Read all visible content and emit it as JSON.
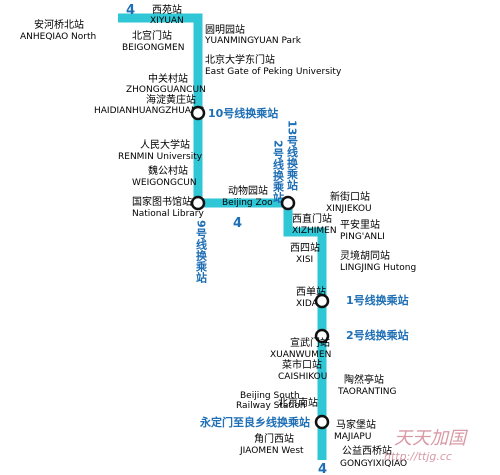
{
  "line_color": "#2fc6d6",
  "transfer_color": "#1e6fb5",
  "line_number": "4",
  "stations": {
    "anheqiao_north": {
      "cn": "安河桥北站",
      "en": "ANHEQIAO North"
    },
    "xiyuan": {
      "cn": "西苑站",
      "en": "XIYUAN"
    },
    "beigongmen": {
      "cn": "北宫门站",
      "en": "BEIGONGMEN"
    },
    "yuanmingyuan": {
      "cn": "圆明园站",
      "en": "YUANMINGYUAN Park"
    },
    "peking_univ": {
      "cn": "北京大学东门站",
      "en": "East Gate of Peking University"
    },
    "zhongguancun": {
      "cn": "中关村站",
      "en": "ZHONGGUANCUN"
    },
    "haidian": {
      "cn": "海淀黄庄站",
      "en": "HAIDIANHUANGZHUANG"
    },
    "renmin": {
      "cn": "人民大学站",
      "en": "RENMIN University"
    },
    "weigongcun": {
      "cn": "魏公村站",
      "en": "WEIGONGCUN"
    },
    "national_library": {
      "cn": "国家图书馆站",
      "en": "National Library"
    },
    "beijing_zoo": {
      "cn": "动物园站",
      "en": "Beijing Zoo"
    },
    "xizhimen": {
      "cn": "西直门站",
      "en": "XIZHIMEN"
    },
    "xinjiekou": {
      "cn": "新街口站",
      "en": "XINJIEKOU"
    },
    "pinganli": {
      "cn": "平安里站",
      "en": "PING'ANLI"
    },
    "xisi": {
      "cn": "西四站",
      "en": "XISI"
    },
    "lingjing": {
      "cn": "灵境胡同站",
      "en": "LINGJING Hutong"
    },
    "xidan": {
      "cn": "西单站",
      "en": "XIDAN"
    },
    "xuanwumen": {
      "cn": "宣武门站",
      "en": "XUANWUMEN"
    },
    "caishikou": {
      "cn": "菜市口站",
      "en": "CAISHIKOU"
    },
    "taoranting": {
      "cn": "陶然亭站",
      "en": "TAORANTING"
    },
    "beijing_south": {
      "cn": "北京南站",
      "en_line1": "Beijing South",
      "en_line2": "Railway Station"
    },
    "majiapu": {
      "cn": "马家堡站",
      "en": "MAJIAPU"
    },
    "jiaomen_west": {
      "cn": "角门西站",
      "en": "JIAOMEN West"
    },
    "gongyixiqiao": {
      "cn": "公益西桥站",
      "en": "GONGYIXIQIAO"
    }
  },
  "transfers": {
    "line10": "10号线换乘站",
    "line13": "13号线换乘站",
    "line2_top": "2号线换乘站",
    "line9": "9号线换乘站",
    "line1": "1号线换乘站",
    "line2": "2号线换乘站",
    "yongdingmen": "永定门至良乡线换乘站"
  },
  "line_labels": {
    "top": "4",
    "middle": "4",
    "bottom": "4"
  },
  "watermark": {
    "chars": "天天加国",
    "url": "http://ttjg.cc"
  }
}
